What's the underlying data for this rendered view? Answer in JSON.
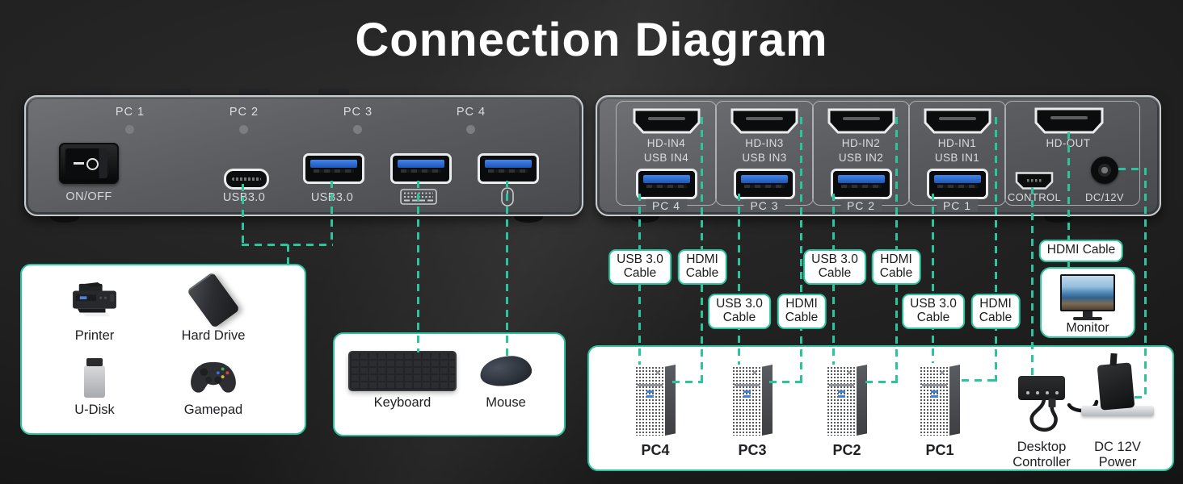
{
  "title": "Connection Diagram",
  "colors": {
    "accent": "#2cc49c",
    "panel_gray": "#55585c"
  },
  "front_panel": {
    "channels": [
      {
        "label": "PC 1"
      },
      {
        "label": "PC 2"
      },
      {
        "label": "PC 3"
      },
      {
        "label": "PC 4"
      }
    ],
    "power_label": "ON/OFF",
    "ports": {
      "usb_c_caption": "USB3.0",
      "usb_a_caption": "USB3.0",
      "keyboard_port_icon": "keyboard-icon",
      "mouse_port_icon": "mouse-icon"
    }
  },
  "back_panel": {
    "inputs": [
      {
        "hdmi_label": "HD-IN4",
        "usb_label": "USB IN4",
        "pc_label": "PC 4"
      },
      {
        "hdmi_label": "HD-IN3",
        "usb_label": "USB IN3",
        "pc_label": "PC 3"
      },
      {
        "hdmi_label": "HD-IN2",
        "usb_label": "USB IN2",
        "pc_label": "PC 2"
      },
      {
        "hdmi_label": "HD-IN1",
        "usb_label": "USB IN1",
        "pc_label": "PC 1"
      }
    ],
    "output": {
      "hdmi_label": "HD-OUT",
      "control_label": "CONTROL",
      "dc_label": "DC/12V"
    }
  },
  "cable_labels": {
    "usb_line1": "USB 3.0",
    "usb_line2": "Cable",
    "hdmi_line1": "HDMI",
    "hdmi_line2": "Cable",
    "hdmi_single": "HDMI Cable"
  },
  "peripheral_box": {
    "items": [
      {
        "label": "Printer",
        "icon": "printer-icon"
      },
      {
        "label": "Hard Drive",
        "icon": "hard-drive-icon"
      },
      {
        "label": "U-Disk",
        "icon": "u-disk-icon"
      },
      {
        "label": "Gamepad",
        "icon": "gamepad-icon"
      }
    ]
  },
  "input_device_box": {
    "items": [
      {
        "label": "Keyboard",
        "icon": "keyboard-photo-icon"
      },
      {
        "label": "Mouse",
        "icon": "mouse-photo-icon"
      }
    ]
  },
  "monitor_box": {
    "label": "Monitor",
    "icon": "monitor-icon"
  },
  "computer_box": {
    "pcs": [
      {
        "label": "PC4"
      },
      {
        "label": "PC3"
      },
      {
        "label": "PC2"
      },
      {
        "label": "PC1"
      }
    ],
    "controller": {
      "line1": "Desktop",
      "line2": "Controller",
      "icon": "desktop-controller-icon"
    },
    "power": {
      "line1": "DC 12V",
      "line2": "Power",
      "icon": "power-adapter-icon"
    }
  }
}
